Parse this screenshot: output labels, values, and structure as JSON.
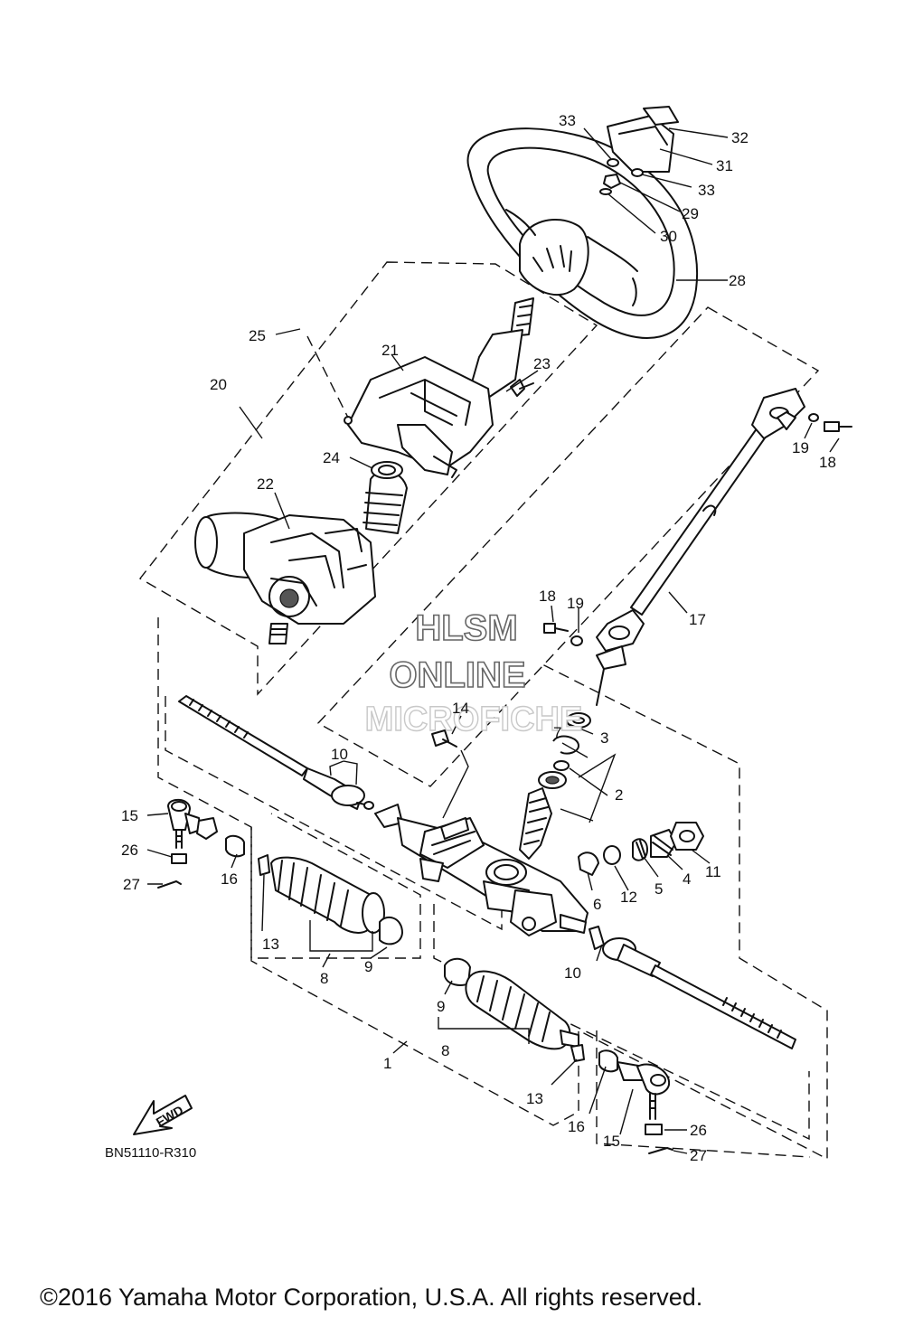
{
  "diagram": {
    "reference_code": "BN51110-R310",
    "copyright": "©2016 Yamaha Motor Corporation, U.S.A. All rights reserved.",
    "watermark": {
      "line1": "HLSM",
      "line2": "ONLINE",
      "line3": "MICROFICHE"
    },
    "fwd_label": "FWD",
    "callouts": [
      {
        "id": "c32",
        "label": "32"
      },
      {
        "id": "c33a",
        "label": "33"
      },
      {
        "id": "c31",
        "label": "31"
      },
      {
        "id": "c33b",
        "label": "33"
      },
      {
        "id": "c29",
        "label": "29"
      },
      {
        "id": "c30",
        "label": "30"
      },
      {
        "id": "c28",
        "label": "28"
      },
      {
        "id": "c25",
        "label": "25"
      },
      {
        "id": "c21",
        "label": "21"
      },
      {
        "id": "c23",
        "label": "23"
      },
      {
        "id": "c20",
        "label": "20"
      },
      {
        "id": "c24",
        "label": "24"
      },
      {
        "id": "c22",
        "label": "22"
      },
      {
        "id": "c19a",
        "label": "19"
      },
      {
        "id": "c18a",
        "label": "18"
      },
      {
        "id": "c18b",
        "label": "18"
      },
      {
        "id": "c19b",
        "label": "19"
      },
      {
        "id": "c17",
        "label": "17"
      },
      {
        "id": "c14",
        "label": "14"
      },
      {
        "id": "c10a",
        "label": "10"
      },
      {
        "id": "c7",
        "label": "7"
      },
      {
        "id": "c3",
        "label": "3"
      },
      {
        "id": "c2",
        "label": "2"
      },
      {
        "id": "c15a",
        "label": "15"
      },
      {
        "id": "c26a",
        "label": "26"
      },
      {
        "id": "c16a",
        "label": "16"
      },
      {
        "id": "c27a",
        "label": "27"
      },
      {
        "id": "c13a",
        "label": "13"
      },
      {
        "id": "c8a",
        "label": "8"
      },
      {
        "id": "c9a",
        "label": "9"
      },
      {
        "id": "c6",
        "label": "6"
      },
      {
        "id": "c12",
        "label": "12"
      },
      {
        "id": "c5",
        "label": "5"
      },
      {
        "id": "c4",
        "label": "4"
      },
      {
        "id": "c11",
        "label": "11"
      },
      {
        "id": "c10b",
        "label": "10"
      },
      {
        "id": "c9b",
        "label": "9"
      },
      {
        "id": "c8b",
        "label": "8"
      },
      {
        "id": "c1",
        "label": "1"
      },
      {
        "id": "c13b",
        "label": "13"
      },
      {
        "id": "c16b",
        "label": "16"
      },
      {
        "id": "c15b",
        "label": "15"
      },
      {
        "id": "c26b",
        "label": "26"
      },
      {
        "id": "c27b",
        "label": "27"
      }
    ]
  }
}
